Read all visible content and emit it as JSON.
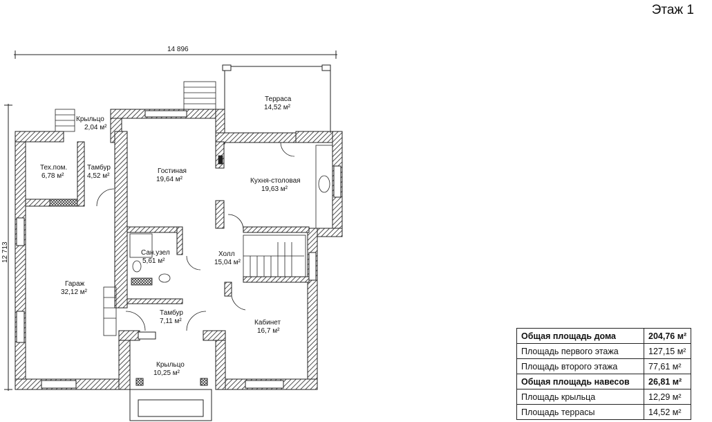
{
  "header": {
    "floor_title": "Этаж 1"
  },
  "dimensions": {
    "overall_width": "14 896",
    "overall_depth": "12 713"
  },
  "rooms": [
    {
      "name": "Крыльцо",
      "area": "2,04 м²"
    },
    {
      "name": "Тех.пом.",
      "area": "6,78 м²"
    },
    {
      "name": "Тамбур",
      "area": "4,52 м²"
    },
    {
      "name": "Гостиная",
      "area": "19,64 м²"
    },
    {
      "name": "Терраса",
      "area": "14,52 м²"
    },
    {
      "name": "Кухня-столовая",
      "area": "19,63 м²"
    },
    {
      "name": "Сан.узел",
      "area": "5,61 м²"
    },
    {
      "name": "Холл",
      "area": "15,04 м²"
    },
    {
      "name": "Гараж",
      "area": "32,12 м²"
    },
    {
      "name": "Тамбур",
      "area": "7,11 м²"
    },
    {
      "name": "Кабинет",
      "area": "16,7 м²"
    },
    {
      "name": "Крыльцо",
      "area": "10,25 м²"
    }
  ],
  "summary": [
    {
      "label": "Общая площадь дома",
      "value": "204,76 м²",
      "bold": true
    },
    {
      "label": "Площадь первого этажа",
      "value": "127,15 м²",
      "bold": false
    },
    {
      "label": "Площадь второго этажа",
      "value": "77,61 м²",
      "bold": false
    },
    {
      "label": "Общая площадь навесов",
      "value": "26,81 м²",
      "bold": true
    },
    {
      "label": "Площадь крыльца",
      "value": "12,29 м²",
      "bold": false
    },
    {
      "label": "Площадь террасы",
      "value": "14,52 м²",
      "bold": false
    }
  ]
}
